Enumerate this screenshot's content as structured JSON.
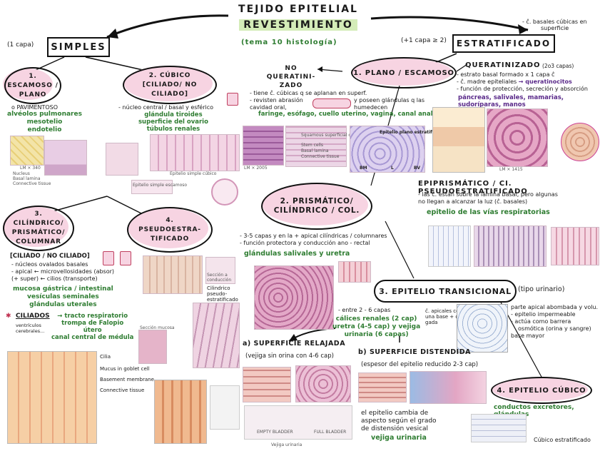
{
  "title": {
    "line1": "TEJIDO EPITELIAL",
    "line2": "REVESTIMIENTO",
    "subtitle": "(tema 10 histología)"
  },
  "simples": {
    "label": "SIMPLES",
    "note": "(1 capa)"
  },
  "estratificado": {
    "label": "ESTRATIFICADO",
    "note": "(+1 capa ≥ 2)",
    "top_note_1": "- ĉ. basales cúbicas en",
    "top_note_2": "superficie"
  },
  "escamoso": {
    "label": "1. ESCAMOSO / PLANO",
    "note": "o PAVIMENTOSO",
    "examples": [
      "alvéolos pulmonares",
      "mesotelio",
      "endotelio"
    ],
    "img_labels": [
      "Nucleus",
      "Basal lamina",
      "Connective tissue",
      "LM × 340"
    ]
  },
  "cubico": {
    "label": "2. CÚBICO [CILIADO/ NO CILIADO]",
    "note": "- núcleo central / basal y esférico",
    "examples": [
      "glándula tiroides",
      "superficie del ovario",
      "túbulos renales"
    ],
    "img_labels": [
      "Epitelio simple cúbico",
      "Epitelio simple escamoso"
    ]
  },
  "cilindrico": {
    "label": "3. CILÍNDRICO/ PRISMÁTICO/ COLUMNAR",
    "subhead": "[CILIADO / NO CILIADO]",
    "notes": [
      "- núcleos ovalados basales",
      "- apical ← microvellosidades (absor)",
      "(+ super) ← cilios (transporte)"
    ],
    "examples": [
      "mucosa gástrica / intestinal",
      "vesículas seminales",
      "glándulas uterales"
    ],
    "ciliados_label": "CILIADOS",
    "ciliados_notes": [
      "ventrículos",
      "cerebrales..."
    ],
    "ciliados_examples": [
      "→ tracto respiratorio",
      "trompa de Falopio",
      "útero",
      "canal central de médula"
    ],
    "img_labels": [
      "Cilia",
      "Mucus in goblet cell",
      "Basement membrane",
      "Connective tissue"
    ]
  },
  "pseudo": {
    "label": "4. PSEUDOESTRA-TIFICADO",
    "img_labels": [
      "Cilindrico pseudo-estratificado",
      "Sección a conducción",
      "Sección mucosa"
    ]
  },
  "queratinizado": {
    "no_label": "NO QUERATINI-ZADO",
    "label": "QUERATINIZADO",
    "count": "(2o3 capas)",
    "notes": [
      "- estrato basal formado x 1 capa ĉ",
      "- ĉ. madre epiteliales",
      "- función de protección, secreción y absorción"
    ],
    "queratinocitos": "→ queratinocitos",
    "examples": "páncreas, salivales, mamarias, sudoríparas, manos"
  },
  "plano": {
    "label": "1. PLANO / ESCAMOSO",
    "notes": [
      "- tiene ĉ. cúbicas q se aplanan en superf.",
      "- revisten abrasión",
      "cavidad oral,"
    ],
    "glands": "y poseen glándulas q las humedecen",
    "examples": "faringe, esófago, cuello uterino, vagina, canal anal",
    "img_labels": [
      "Squamous superficial cells",
      "Stem cells",
      "Basal lamina",
      "Connective tissue",
      "Epitelio plano estratificado",
      "BM",
      "BV",
      "L",
      "LM × 2005",
      "LM × 1415"
    ]
  },
  "prismatico": {
    "label": "2. PRISMÁTICO/ CILÍNDRICO / COL.",
    "notes": [
      "- 3-5 capas y en la + apical cilíndricas / columnares",
      "- función protectora y conducción ano - rectal"
    ],
    "examples": "glándulas salivales y uretra",
    "epi_label": "EPIPRISMÁTICO / CI. PSEUDOESTRATIFICADO",
    "epi_notes": [
      "- las ĉ. están sobre la lámina basal, pero algunas",
      "no llegan a alcanzar la luz (ĉ. basales)"
    ],
    "epi_examples": "epitelio de las vías respiratorias"
  },
  "transicional": {
    "label": "3. EPITELIO TRANSICIONAL",
    "tipo": "(tipo urinario)",
    "notes": [
      "- entre 2 - 6 capas"
    ],
    "examples": [
      "cálices renales (2 cap)",
      "uretra (4-5 cap) y vejiga",
      "urinaria (6 capas)"
    ],
    "apical_note": [
      "ĉ. apicales con",
      "una base + del-",
      "gada"
    ],
    "right_notes": [
      "parte apical abombada y volu.",
      "- epitelio impermeable",
      "- actúa como barrera",
      "osmótica (orina y sangre)",
      "base mayor"
    ],
    "relajada": "a) SUPERFICIE RELAJADA",
    "relajada_note": "(vejiga sin orina con 4-6 cap)",
    "distendida": "b) SUPERFICIE DISTENDIDA",
    "distendida_note": "(espesor del epitelio reducido 2-3 cap)",
    "change_note": [
      "el epitelio cambia de",
      "aspecto según el grado",
      "de distensión vesical"
    ],
    "vejiga": "vejiga urinaria",
    "img_labels": [
      "EMPTY BLADDER",
      "FULL BLADDER",
      "Vejiga urinaria"
    ]
  },
  "cubico_estr": {
    "label": "4. EPITELIO CÚBICO",
    "examples": "conductos excretores, glándulas",
    "img_label": "Cúbico estratificado"
  },
  "colors": {
    "green": "#2f7d32",
    "pink": "#f7d4e2",
    "lightgreen": "#d4ecb8",
    "purple": "#5a2a8a"
  }
}
